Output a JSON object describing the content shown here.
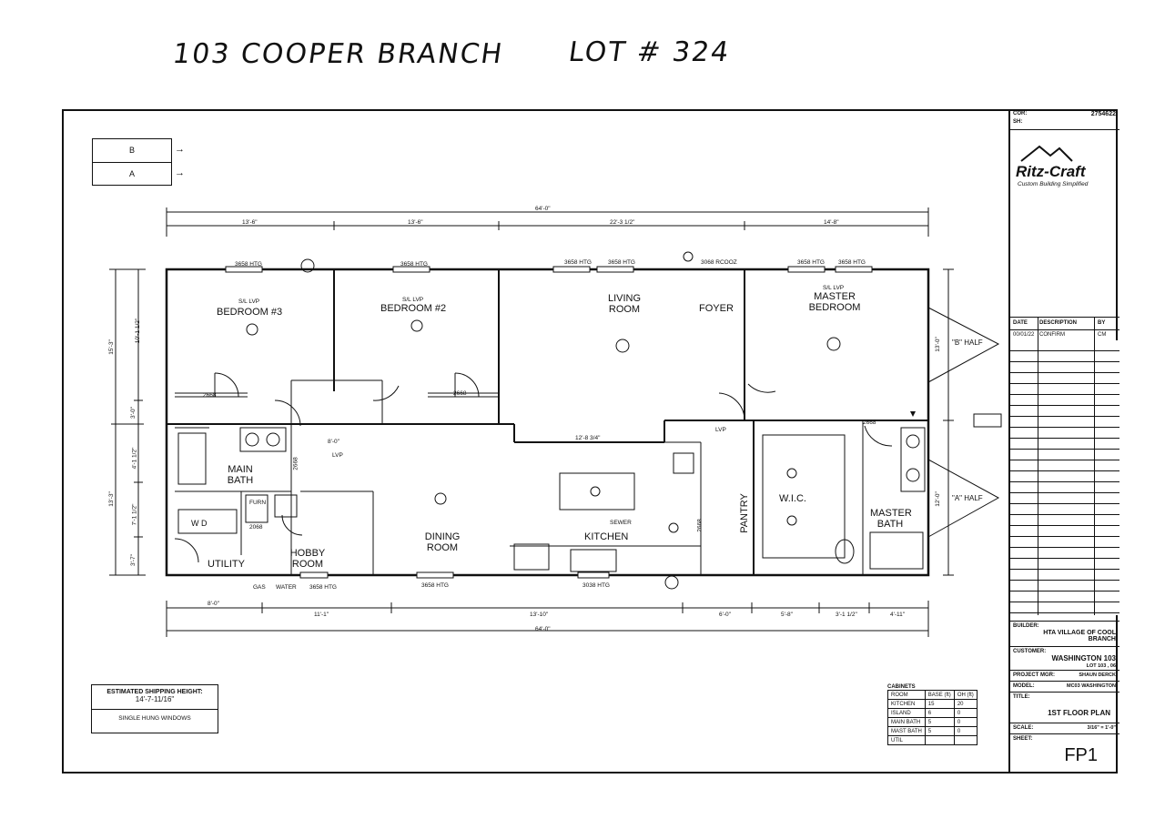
{
  "header": {
    "address": "103 COOPER BRANCH",
    "lot": "LOT # 324"
  },
  "legend": {
    "b": "B",
    "a": "A"
  },
  "title_block": {
    "cor_label": "COR:",
    "sh_label": "SH:",
    "cor_value": "2754622",
    "brand": "Ritz-Craft",
    "tagline": "Custom Building Simplified",
    "rev_headers": [
      "DATE",
      "DESCRIPTION",
      "BY"
    ],
    "rev_row": [
      "00/01/22",
      "CONFIRM",
      "CM"
    ],
    "builder_label": "BUILDER:",
    "builder_value": "HTA VILLAGE OF COOL BRANCH",
    "customer_label": "CUSTOMER:",
    "customer_value": "WASHINGTON 103",
    "customer_lot": "LOT 103 , 06",
    "rep_label": "PROJECT MGR:",
    "rep_value": "SHAUN DERCK",
    "model_label": "MODEL:",
    "model_value": "MC03 WASHINGTON",
    "title_label": "TITLE:",
    "title_value": "1ST FLOOR PLAN",
    "scale_label": "SCALE:",
    "scale_value": "3/16\" = 1'-0\"",
    "sheet_label": "SHEET:",
    "sheet_value": "FP1"
  },
  "rooms": {
    "bedroom3": "BEDROOM #3",
    "bedroom2": "BEDROOM #2",
    "living": "LIVING ROOM",
    "foyer": "FOYER",
    "master_bedroom": "MASTER BEDROOM",
    "main_bath": "MAIN BATH",
    "utility": "UTILITY",
    "hobby": "HOBBY ROOM",
    "dining": "DINING ROOM",
    "kitchen": "KITCHEN",
    "pantry": "PANTRY",
    "wic": "W.I.C.",
    "master_bath": "MASTER BATH",
    "b_half": "\"B\" HALF",
    "a_half": "\"A\" HALF",
    "furn": "FURN",
    "wd": "W  D",
    "sewer": "SEWER",
    "gas": "GAS",
    "water": "WATER",
    "lvp": "LVP",
    "sl_lvp": "S/L LVP"
  },
  "windows": {
    "htg": "3658 HTG",
    "door_3068": "3068 RCOOZ",
    "kitchen_win": "3038 HTG",
    "door_2668": "2668",
    "door_2068": "2068"
  },
  "dimensions": {
    "overall": "64'-0\"",
    "top": [
      "13'-6\"",
      "13'-6\"",
      "22'-3 1/2\"",
      "14'-8\""
    ],
    "bottom": [
      "8'-0\"",
      "11'-1\"",
      "13'-10\"",
      "6'-0\"",
      "5'-8\"",
      "3'-1 1/2\"",
      "4'-11\""
    ],
    "left": [
      "10'-1 1/2\"",
      "15'-3\"",
      "3'-0\"",
      "4'-1 1/2\"",
      "7'-1 1/2\"",
      "13'-3\"",
      "3'-7\""
    ],
    "right": [
      "13'-0\"",
      "12'-0\""
    ],
    "interior": [
      "12'-8 3/4\"",
      "8'-0\""
    ]
  },
  "shipping": {
    "label": "ESTIMATED SHIPPING HEIGHT:",
    "value": "14'-7-11/16\"",
    "windows": "SINGLE HUNG WINDOWS"
  },
  "cabinets": {
    "title": "CABINETS",
    "headers": [
      "ROOM",
      "BASE (ft)",
      "OH (ft)"
    ],
    "rows": [
      [
        "KITCHEN",
        "15",
        "20"
      ],
      [
        "ISLAND",
        "6",
        "0"
      ],
      [
        "MAIN BATH",
        "5",
        "0"
      ],
      [
        "MAST BATH",
        "5",
        "0"
      ],
      [
        "UTIL",
        "",
        ""
      ]
    ]
  }
}
